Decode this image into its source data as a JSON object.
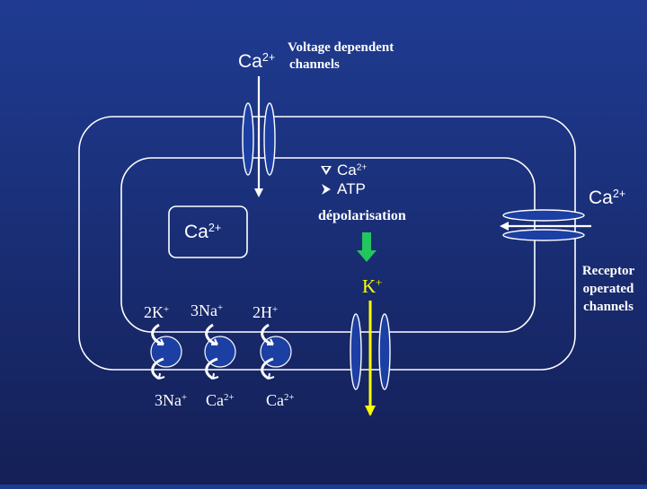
{
  "labels": {
    "top_ion": "Ca",
    "top_ion_charge": "2+",
    "vdc_line1": "Voltage dependent",
    "vdc_line2": "channels",
    "bullet_ca": "Ca",
    "bullet_ca_charge": "2+",
    "bullet_atp": "ATP",
    "depolarisation": "dépolarisation",
    "store_ion": "Ca",
    "store_ion_charge": "2+",
    "k_ion": "K",
    "k_charge": "+",
    "right_ion": "Ca",
    "right_ion_charge": "2+",
    "roc_line1": "Receptor",
    "roc_line2": "operated",
    "roc_line3": "channels",
    "pump1_in": "2K",
    "pump1_in_charge": "+",
    "pump2_in": "3Na",
    "pump2_in_charge": "+",
    "pump3_in": "2H",
    "pump3_in_charge": "+",
    "pump1_out": "3Na",
    "pump1_out_charge": "+",
    "pump2_out": "Ca",
    "pump2_out_charge": "2+",
    "pump3_out": "Ca",
    "pump3_out_charge": "2+"
  },
  "colors": {
    "membrane": "#ffffff",
    "channel_fill": "#1c3fa3",
    "pump_fill": "#1c3fa3",
    "yellow_arrow": "#ffff00",
    "green_arrow": "#22c55e",
    "white_arrow": "#ffffff"
  }
}
